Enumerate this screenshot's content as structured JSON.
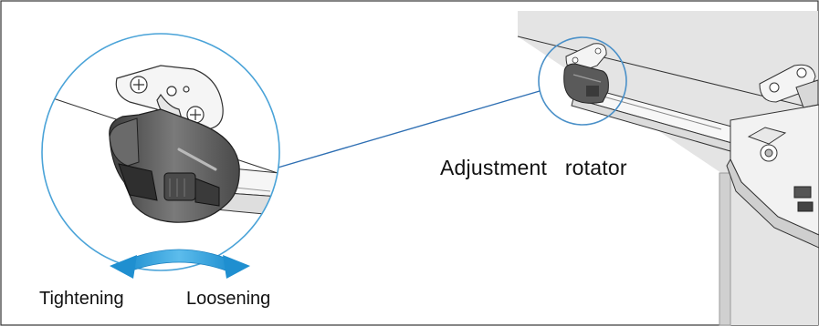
{
  "labels": {
    "adjustment": "Adjustment   rotator",
    "tightening": "Tightening",
    "loosening": "Loosening"
  },
  "colors": {
    "callout_circle": "#4aa3d8",
    "leader_line": "#2e6fb3",
    "rotation_arrow": "#2a9ad6",
    "cabinet_side": "#e4e4e4",
    "knob": "#555555",
    "panel_edge": "#d0d0d0"
  },
  "icons": {
    "rotation": "double-headed-curved-arrow"
  }
}
